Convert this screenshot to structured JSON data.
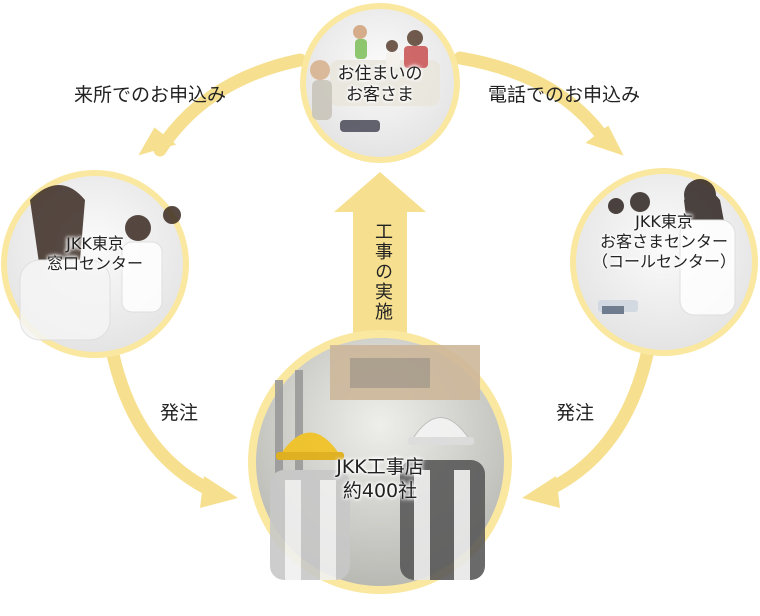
{
  "colors": {
    "ring": "#fae8a0",
    "ring_dark": "#f5dc7a",
    "arrow": "#f6e090",
    "photo_light": "#f2f2f2",
    "photo_mid": "#d8d8d8"
  },
  "nodes": {
    "customer": {
      "label": "お住まいの\nお客さま"
    },
    "counter": {
      "label": "JKK東京\n窓口センター"
    },
    "callcenter": {
      "label": "JKK東京\nお客さまセンター\n（コールセンター）"
    },
    "contractors": {
      "label": "JKK工事店\n約400社"
    }
  },
  "edges": {
    "visit_apply": "来所でのお申込み",
    "phone_apply": "電話でのお申込み",
    "order_left": "発注",
    "order_right": "発注",
    "construction": "工事の実施"
  }
}
